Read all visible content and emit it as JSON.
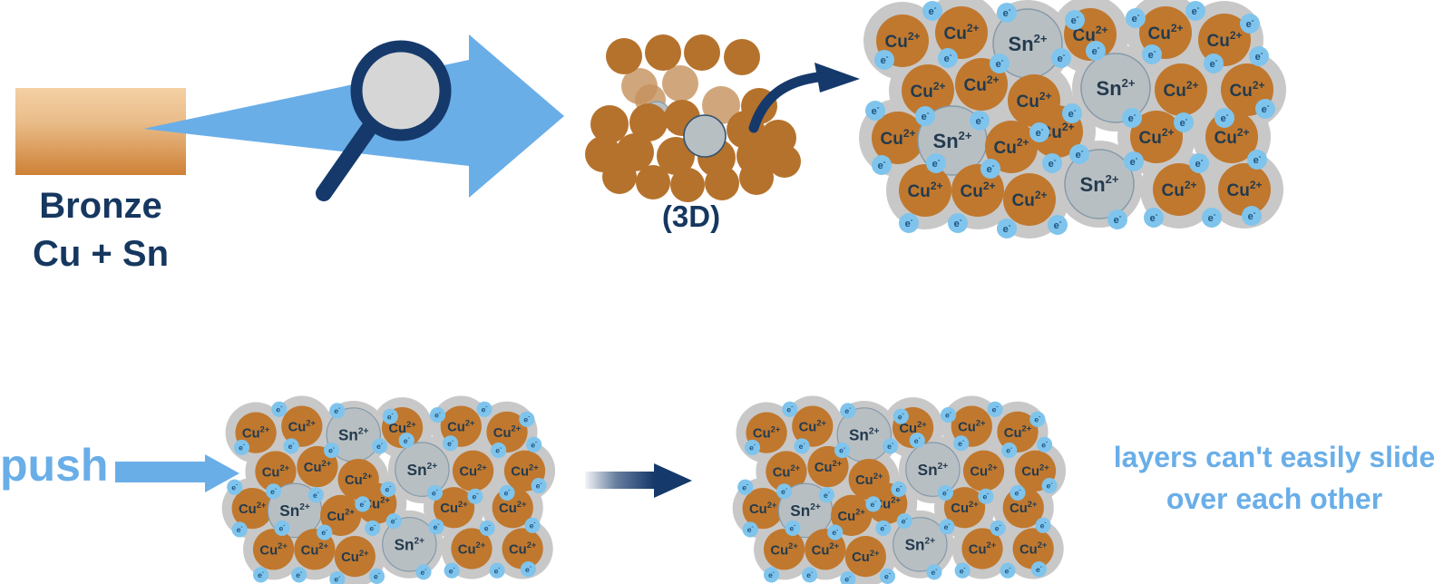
{
  "texts": {
    "bronze_title": "Bronze",
    "bronze_formula": "Cu + Sn",
    "view_3d_label": "(3D)",
    "push_label": "push",
    "caption_line1": "layers can't easily slide",
    "caption_line2": "over each other"
  },
  "ions": {
    "Cu": {
      "symbol": "Cu",
      "charge": "2+"
    },
    "Sn": {
      "symbol": "Sn",
      "charge": "2+"
    },
    "electron": {
      "symbol": "e",
      "charge": "-"
    }
  },
  "lattice_arrangement": [
    [
      "Cu",
      "Cu",
      "Sn",
      "Cu",
      "Cu",
      "Cu"
    ],
    [
      "Cu",
      "Cu",
      "Cu",
      "Sn",
      "Cu",
      "Cu"
    ],
    [
      "Cu",
      "Sn",
      "Cu",
      "Cu",
      "Cu",
      "Cu"
    ],
    [
      "Cu",
      "Cu",
      "Cu",
      "Sn",
      "Cu",
      "Cu"
    ]
  ],
  "colors": {
    "copper_ion": "#c0782e",
    "copper_sphere": "#b5722c",
    "copper_sphere_back": "#c4915c",
    "tin_fill": "#b8bfc3",
    "tin_border": "#8399a9",
    "tin_border_dark": "#33536f",
    "blob_gray": "#c8c8c8",
    "electron_fill": "#7fc4ec",
    "navy": "#16396b",
    "light_blue": "#6aaee8",
    "lens_gray": "#d6d6d6"
  }
}
